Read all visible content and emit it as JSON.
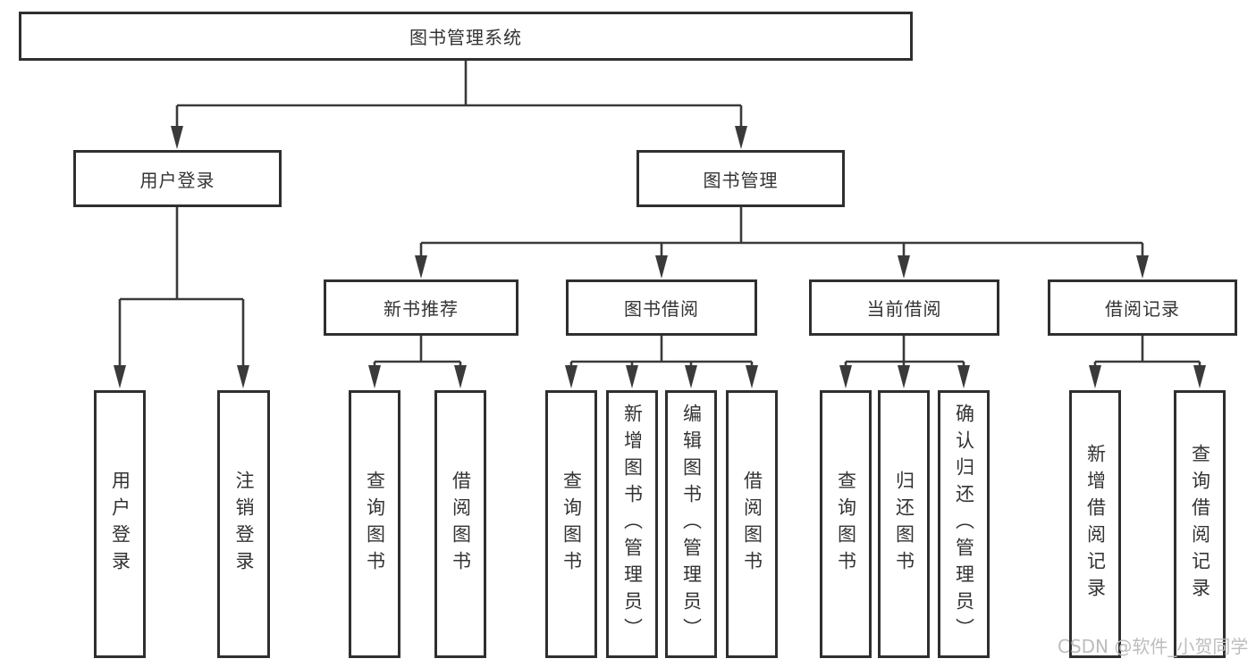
{
  "diagram_type": "hierarchy-tree",
  "tree": {
    "root": "图书管理系统",
    "branches": [
      {
        "label": "用户登录",
        "leaves": [
          "用户登录",
          "注销登录"
        ]
      },
      {
        "label": "图书管理",
        "groups": [
          {
            "label": "新书推荐",
            "leaves": [
              "查询图书",
              "借阅图书"
            ]
          },
          {
            "label": "图书借阅",
            "leaves": [
              "查询图书",
              "新增图书（管理员）",
              "编辑图书（管理员）",
              "借阅图书"
            ]
          },
          {
            "label": "当前借阅",
            "leaves": [
              "查询图书",
              "归还图书",
              "确认归还（管理员）"
            ]
          },
          {
            "label": "借阅记录",
            "leaves": [
              "新增借阅记录",
              "查询借阅记录"
            ]
          }
        ]
      }
    ]
  },
  "watermark": "CSDN @软件_小贺同学",
  "colors": {
    "background": "#ffffff",
    "box_border": "#2f2f2f",
    "connector_line": "#3a3a3a",
    "node_text": "#333333",
    "watermark_text": "#bdbdbd"
  }
}
